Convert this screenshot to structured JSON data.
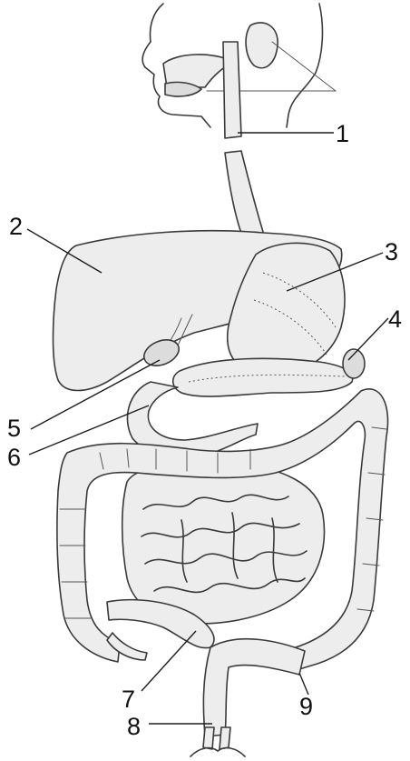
{
  "labels": [
    {
      "id": "1",
      "text": "1"
    },
    {
      "id": "2",
      "text": "2"
    },
    {
      "id": "3",
      "text": "3"
    },
    {
      "id": "4",
      "text": "4"
    },
    {
      "id": "5",
      "text": "5"
    },
    {
      "id": "6",
      "text": "6"
    },
    {
      "id": "7",
      "text": "7"
    },
    {
      "id": "8",
      "text": "8"
    },
    {
      "id": "9",
      "text": "9"
    }
  ],
  "colors": {
    "outline": "#3a3a3a",
    "organ_fill": "#ededed",
    "background": "#ffffff"
  }
}
